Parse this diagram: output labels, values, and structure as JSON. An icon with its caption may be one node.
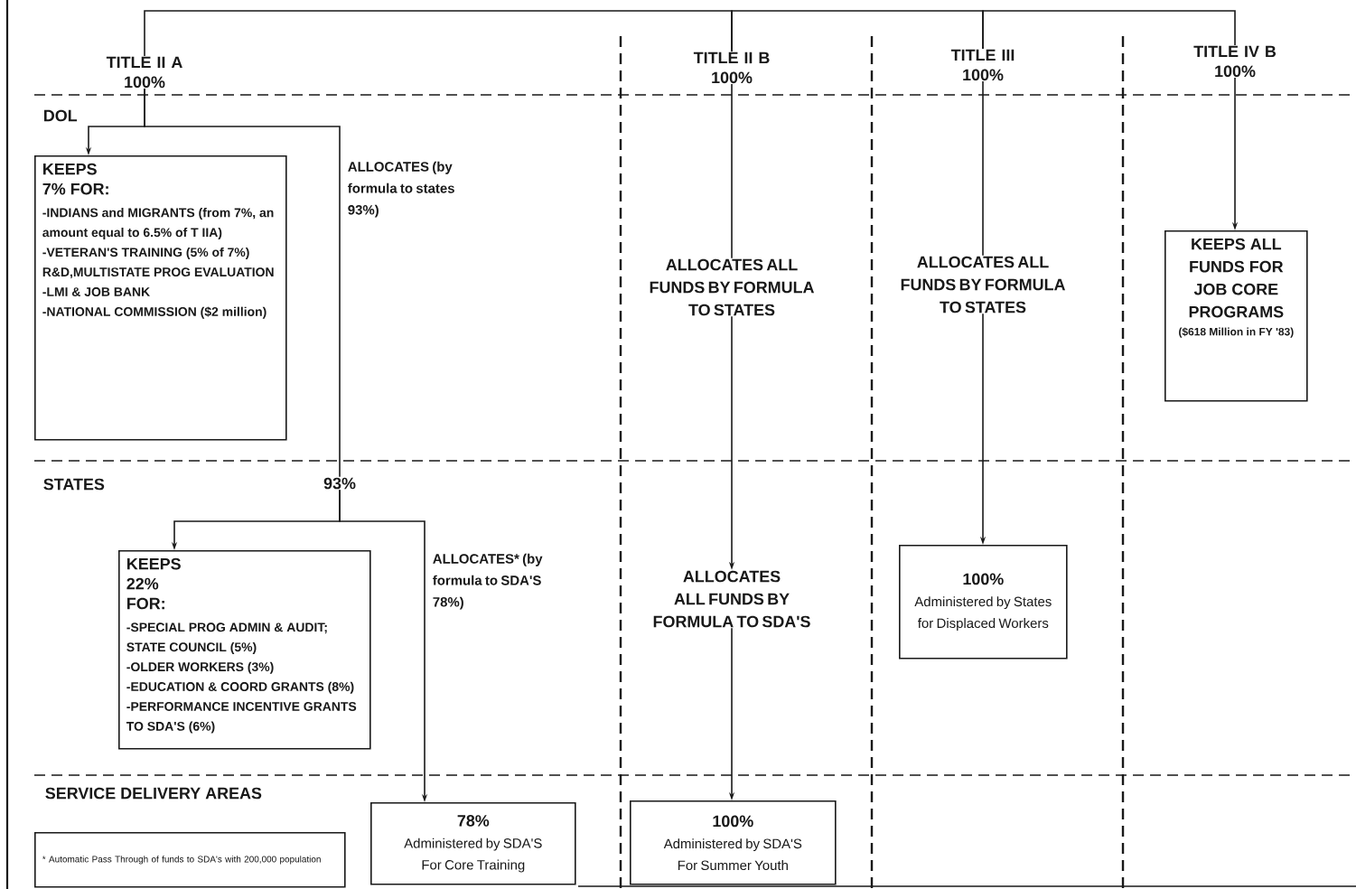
{
  "diagram": {
    "nodes": [
      {
        "text": [
          "TITLE II A",
          "100%"
        ]
      },
      {
        "text": [
          "TITLE II B",
          "100%"
        ]
      },
      {
        "text": [
          "TITLE III",
          "100%"
        ]
      },
      {
        "text": [
          "TITLE IV B",
          "100%"
        ]
      },
      {
        "text": [
          "KEEPS 7% FOR:",
          "-INDIANS and MIGRANTS (from 7%, an amount equal to 6.5% of T IIA)",
          "-VETERAN'S TRAINING (5% of 7%)",
          "R&D,MULTISTATE PROG EVALUATION",
          "-LMI & JOB BANK",
          "-NATIONAL COMMISSION ($2 million)"
        ]
      },
      {
        "text": [
          "93%"
        ]
      },
      {
        "text": [
          "KEEPS 22% FOR:",
          "-SPECIAL PROG ADMIN & AUDIT; STATE COUNCIL (5%)",
          "-OLDER WORKERS (3%)",
          "-EDUCATION & COORD GRANTS (8%)",
          "-PERFORMANCE INCENTIVE GRANTS TO SDA'S (6%)"
        ]
      },
      {
        "text": [
          "78%",
          "Administered by SDA'S For Core Training"
        ]
      },
      {
        "text": [
          "* Automatic Pass Through of funds to SDA's with 200,000 population"
        ]
      },
      {
        "text": [
          "ALLOCATES ALL FUNDS BY FORMULA TO STATES"
        ]
      },
      {
        "text": [
          "ALLOCATES ALL FUNDS BY FORMULA TO SDA'S"
        ]
      },
      {
        "text": [
          "100%",
          "Administered by SDA'S For Summer Youth"
        ]
      },
      {
        "text": [
          "ALLOCATES ALL FUNDS BY FORMULA TO STATES"
        ]
      },
      {
        "text": [
          "100%",
          "Administered by States for Displaced Workers"
        ]
      },
      {
        "text": [
          "KEEPS ALL FUNDS FOR JOB CORE PROGRAMS",
          "($618 Million in FY '83)"
        ]
      }
    ],
    "edges": [
      {
        "from": 0,
        "to": 1,
        "arrow": "none"
      },
      {
        "from": 1,
        "to": 2,
        "arrow": "none"
      },
      {
        "from": 2,
        "to": 3,
        "arrow": "none"
      },
      {
        "from": 0,
        "to": 4,
        "arrow": "to"
      },
      {
        "from": 0,
        "to": 5,
        "arrow": "none",
        "label": "ALLOCATES (by formula to states 93%)"
      },
      {
        "from": 5,
        "to": 6,
        "arrow": "to"
      },
      {
        "from": 5,
        "to": 7,
        "arrow": "to",
        "label": "ALLOCATES* (by formula to SDA'S 78%)"
      },
      {
        "from": 1,
        "to": 9,
        "arrow": "none"
      },
      {
        "from": 9,
        "to": 10,
        "arrow": "to"
      },
      {
        "from": 10,
        "to": 11,
        "arrow": "to"
      },
      {
        "from": 2,
        "to": 12,
        "arrow": "none"
      },
      {
        "from": 12,
        "to": 13,
        "arrow": "to"
      },
      {
        "from": 3,
        "to": 14,
        "arrow": "to"
      }
    ],
    "labels": [
      "DOL",
      "STATES",
      "SERVICE DELIVERY AREAS"
    ]
  }
}
